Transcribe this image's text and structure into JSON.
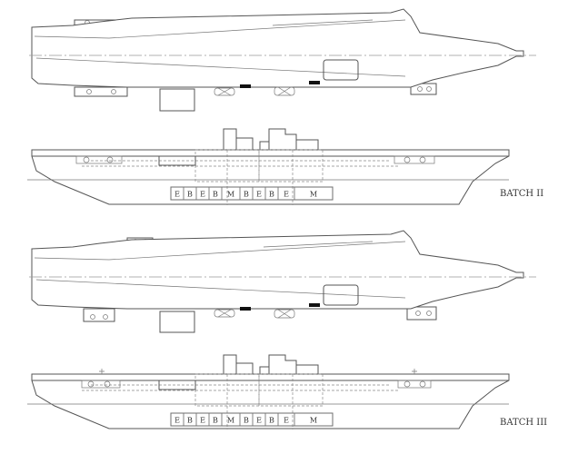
{
  "batches": [
    {
      "label": "BATCH II",
      "machinery_sections": [
        "E",
        "B",
        "E",
        "B",
        "M",
        "B",
        "E",
        "B",
        "E",
        "M"
      ]
    },
    {
      "label": "BATCH III",
      "machinery_sections": [
        "E",
        "B",
        "E",
        "B",
        "M",
        "B",
        "E",
        "B",
        "E",
        "M"
      ]
    }
  ]
}
